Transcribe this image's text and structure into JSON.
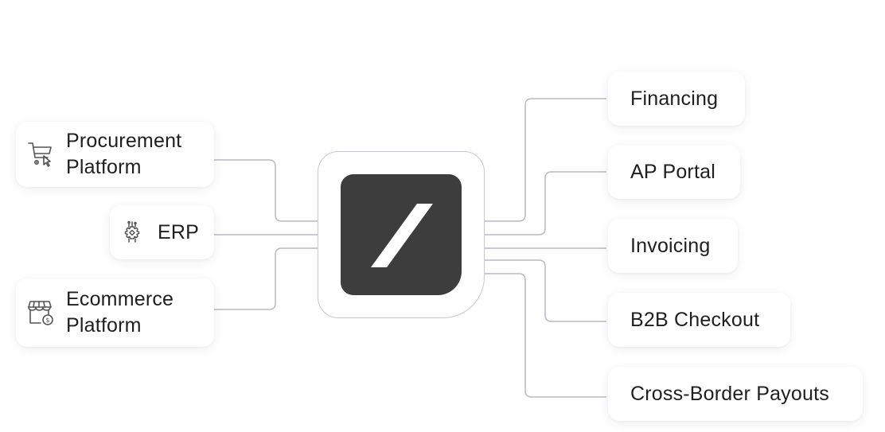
{
  "diagram": {
    "hub": {
      "logo_icon": "slash-logo",
      "tile_color": "#3d3d3d"
    },
    "inputs": [
      {
        "id": "procurement",
        "label": "Procurement\nPlatform",
        "icon": "shopping-cart-icon"
      },
      {
        "id": "erp",
        "label": "ERP",
        "icon": "gear-circuit-icon"
      },
      {
        "id": "ecommerce",
        "label": "Ecommerce\nPlatform",
        "icon": "storefront-dollar-icon"
      }
    ],
    "outputs": [
      {
        "id": "financing",
        "label": "Financing"
      },
      {
        "id": "ap-portal",
        "label": "AP Portal"
      },
      {
        "id": "invoicing",
        "label": "Invoicing"
      },
      {
        "id": "b2b-checkout",
        "label": "B2B Checkout"
      },
      {
        "id": "cross-border-payouts",
        "label": "Cross-Border Payouts"
      }
    ],
    "connector_color": "#b9b9c6"
  }
}
